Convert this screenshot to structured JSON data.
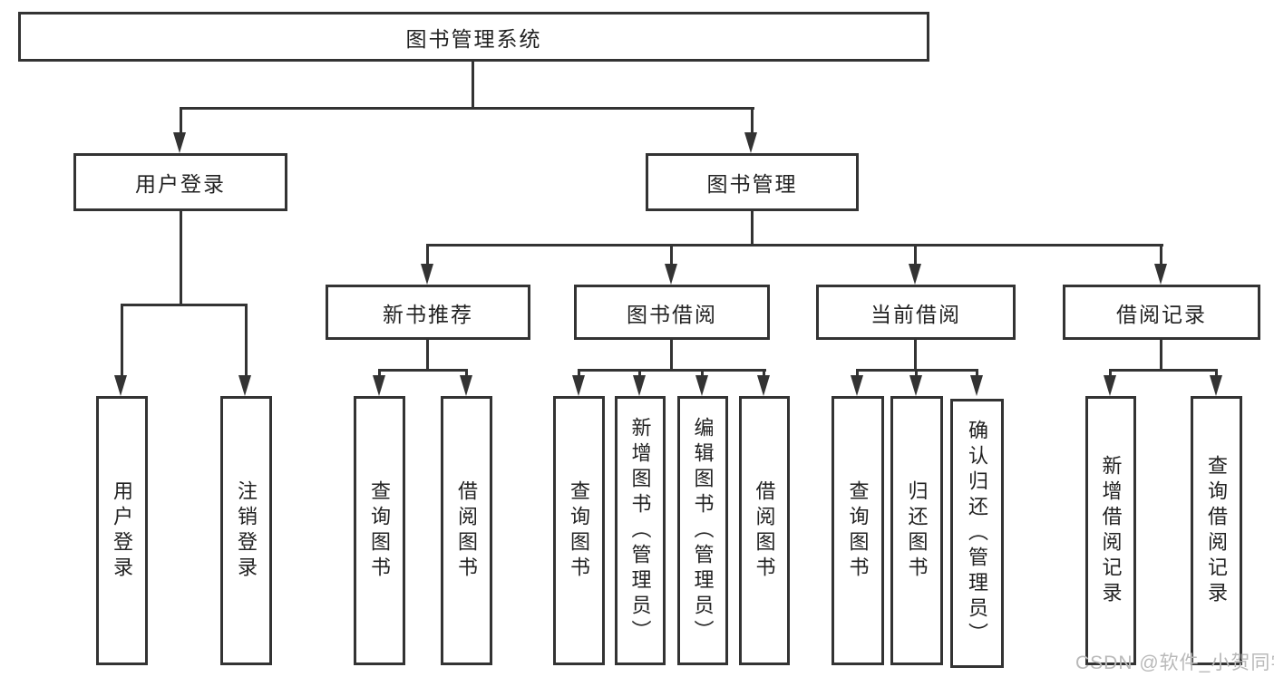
{
  "colors": {
    "line": "#333333",
    "text": "#222222",
    "watermark": "#b9b9b9",
    "background": "#ffffff"
  },
  "watermark": "CSDN @软件_小贺同学",
  "tree": {
    "label": "图书管理系统",
    "children": [
      {
        "label": "用户登录",
        "children": [
          {
            "label": "用户登录"
          },
          {
            "label": "注销登录"
          }
        ]
      },
      {
        "label": "图书管理",
        "children": [
          {
            "label": "新书推荐",
            "children": [
              {
                "label": "查询图书"
              },
              {
                "label": "借阅图书"
              }
            ]
          },
          {
            "label": "图书借阅",
            "children": [
              {
                "label": "查询图书"
              },
              {
                "label": "新增图书（管理员）"
              },
              {
                "label": "编辑图书（管理员）"
              },
              {
                "label": "借阅图书"
              }
            ]
          },
          {
            "label": "当前借阅",
            "children": [
              {
                "label": "查询图书"
              },
              {
                "label": "归还图书"
              },
              {
                "label": "确认归还（管理员）"
              }
            ]
          },
          {
            "label": "借阅记录",
            "children": [
              {
                "label": "新增借阅记录"
              },
              {
                "label": "查询借阅记录"
              }
            ]
          }
        ]
      }
    ]
  }
}
